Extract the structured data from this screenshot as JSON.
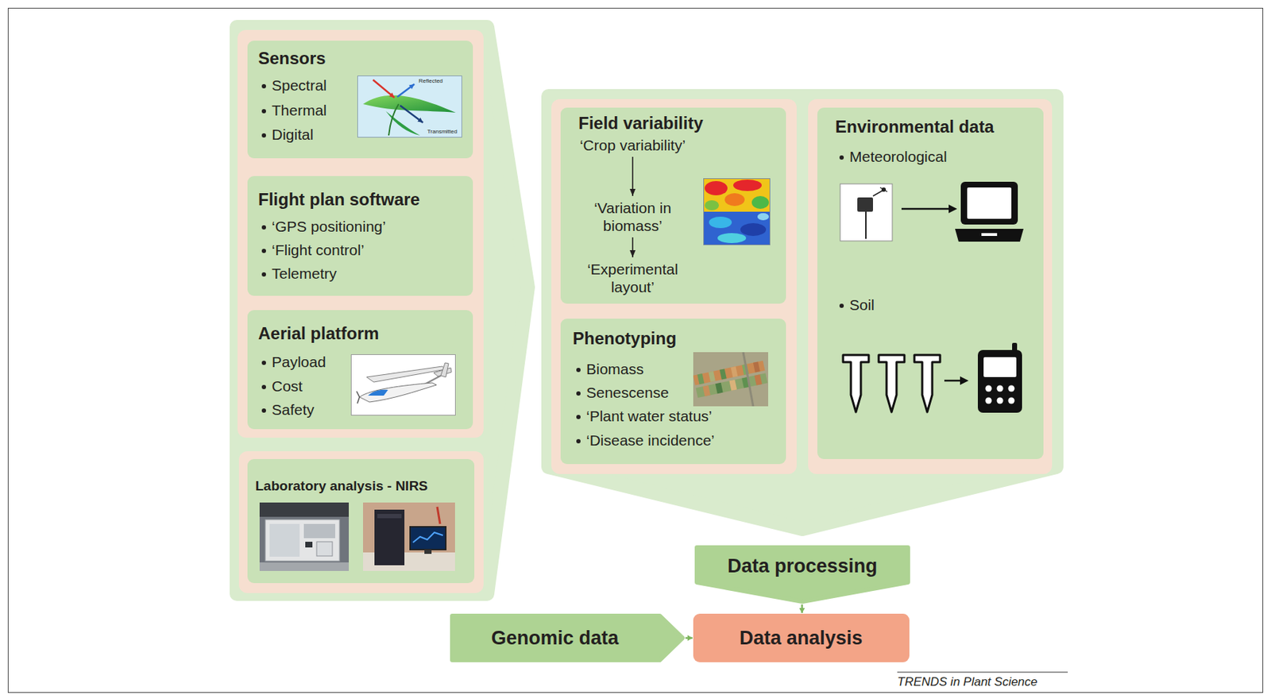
{
  "diagram": {
    "nodes": [
      {
        "text": [
          "Sensors",
          "Spectral",
          "Thermal",
          "Digital"
        ]
      },
      {
        "text": [
          "Flight plan software",
          "‘GPS positioning’",
          "‘Flight control’",
          "Telemetry"
        ]
      },
      {
        "text": [
          "Aerial platform",
          "Payload",
          "Cost",
          "Safety"
        ]
      },
      {
        "text": [
          "Laboratory analysis - NIRS"
        ]
      },
      {
        "text": [
          "Field variability"
        ]
      },
      {
        "text": [
          "‘Crop variability’"
        ],
        "in": 4
      },
      {
        "text": [
          "‘Variation in biomass’"
        ],
        "in": 4
      },
      {
        "text": [
          "‘Experimental layout’"
        ],
        "in": 4
      },
      {
        "text": [
          "Phenotyping",
          "Biomass",
          "Senescense",
          "‘Plant water status’",
          "‘Disease incidence’"
        ]
      },
      {
        "text": [
          "Environmental data",
          "Meteorological",
          "Soil"
        ]
      },
      {
        "text": [
          "Data processing"
        ]
      },
      {
        "text": [
          "Genomic data"
        ]
      },
      {
        "text": [
          "Data analysis"
        ]
      }
    ],
    "edges": [
      {
        "from": 5,
        "to": 6,
        "arrow": "to"
      },
      {
        "from": 6,
        "to": 7,
        "arrow": "to"
      },
      {
        "from": 10,
        "to": 12,
        "arrow": "to"
      },
      {
        "from": 11,
        "to": 12,
        "arrow": "to"
      }
    ],
    "labels": [
      "Reflected",
      "Transmitted",
      "TRENDS in Plant Science"
    ]
  }
}
